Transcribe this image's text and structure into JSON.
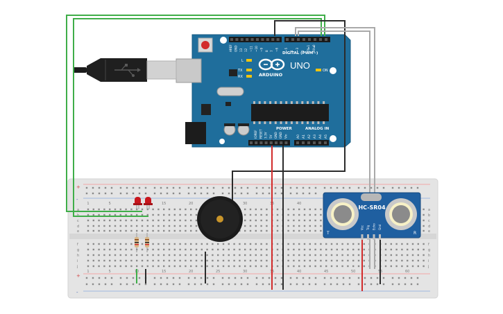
{
  "board": {
    "brand_text": "ARDUINO",
    "model_text": "UNO",
    "digital_header_label": "DIGITAL (PWM~)",
    "power_header_label": "POWER",
    "analog_header_label": "ANALOG IN",
    "led_l": "L",
    "led_tx": "TX",
    "led_rx": "RX",
    "led_on": "ON",
    "digital_pins": [
      "AREF",
      "GND",
      "13",
      "12",
      "~11",
      "~10",
      "~9",
      "8",
      "7",
      "~6",
      "~5",
      "4",
      "~3",
      "2",
      "TX▸1",
      "RX◂0"
    ],
    "power_pins": [
      "IOREF",
      "RESET",
      "3.3V",
      "5V",
      "GND",
      "GND",
      "Vin"
    ],
    "analog_pins": [
      "A0",
      "A1",
      "A2",
      "A3",
      "A4",
      "A5"
    ]
  },
  "sensor": {
    "label": "HC-SR04",
    "pins": [
      "Vcc",
      "Trig",
      "Echo",
      "Gnd"
    ],
    "left_mark": "T",
    "right_mark": "R"
  },
  "breadboard": {
    "column_numbers": [
      "1",
      "5",
      "10",
      "15",
      "20",
      "25",
      "30",
      "35",
      "40",
      "45",
      "50",
      "55",
      "60"
    ],
    "row_letters_top": [
      "a",
      "b",
      "c",
      "d",
      "e"
    ],
    "row_letters_bottom": [
      "f",
      "g",
      "h",
      "i",
      "j"
    ],
    "rail_plus": "+",
    "rail_minus": "-"
  },
  "colors": {
    "board": "#1f6e9c",
    "breadboard": "#e6e6e6",
    "wire_green": "#3fae49",
    "wire_black": "#2b2b2b",
    "wire_red": "#d22b2b",
    "wire_gray": "#a9a9a9",
    "led": "#c8161d",
    "buzzer": "#1b1b1b"
  }
}
